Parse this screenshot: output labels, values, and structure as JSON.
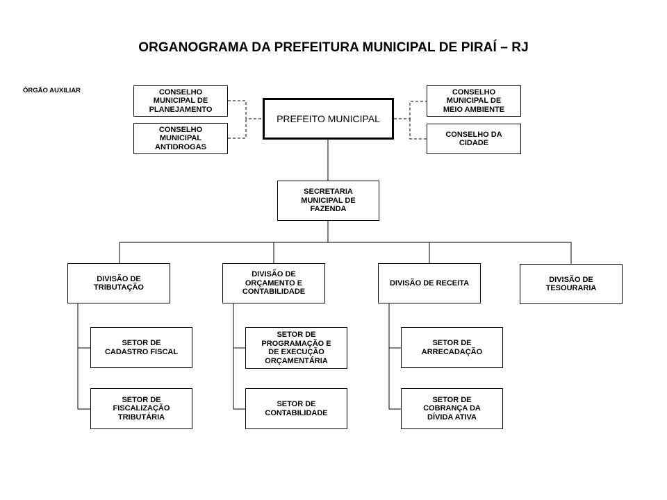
{
  "title": "ORGANOGRAMA DA PREFEITURA MUNICIPAL DE PIRAÍ – RJ",
  "aux_label": "ÓRGÃO AUXILIAR",
  "nodes": {
    "prefeito": "PREFEITO MUNICIPAL",
    "conselho_planejamento": "CONSELHO\nMUNICIPAL DE\nPLANEJAMENTO",
    "conselho_antidrogas": "CONSELHO\nMUNICIPAL\nANTIDROGAS",
    "conselho_meio_ambiente": "CONSELHO\nMUNICIPAL DE\nMEIO AMBIENTE",
    "conselho_cidade": "CONSELHO DA\nCIDADE",
    "secretaria_fazenda": "SECRETARIA\nMUNICIPAL DE\nFAZENDA",
    "divisao_tributacao": "DIVISÃO DE\nTRIBUTAÇÃO",
    "divisao_orcamento": "DIVISÃO DE\nORÇAMENTO E\nCONTABILIDADE",
    "divisao_receita": "DIVISÃO DE RECEITA",
    "divisao_tesouraria": "DIVISÃO DE\nTESOURARIA",
    "setor_cadastro": "SETOR DE\nCADASTRO FISCAL",
    "setor_fiscalizacao": "SETOR DE\nFISCALIZAÇÃO\nTRIBUTÁRIA",
    "setor_programacao": "SETOR DE\nPROGRAMAÇÃO E\nDE EXECUÇÃO\nORÇAMENTÁRIA",
    "setor_contabilidade": "SETOR DE\nCONTABILIDADE",
    "setor_arrecadacao": "SETOR DE\nARRECADAÇÃO",
    "setor_cobranca": "SETOR DE\nCOBRANÇA DA\nDÍVIDA ATIVA"
  }
}
